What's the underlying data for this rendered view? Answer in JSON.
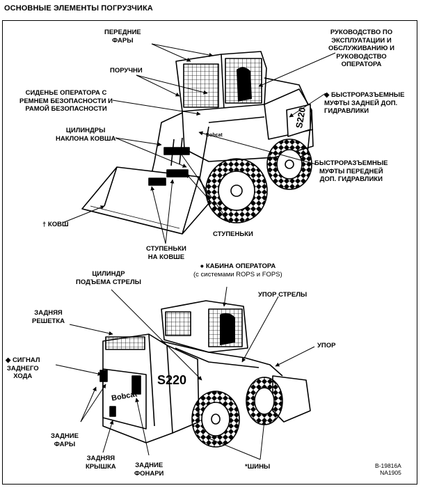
{
  "page_title": "ОСНОВНЫЕ ЭЛЕМЕНТЫ ПОГРУЗЧИКА",
  "figure_id": [
    "B-19816A",
    "NA1905"
  ],
  "top_view": {
    "front_lights": [
      "ПЕРЕДНИЕ",
      "ФАРЫ"
    ],
    "manual": [
      "РУКОВОДСТВО ПО",
      "ЭКСПЛУАТАЦИИ И",
      "ОБСЛУЖИВАНИЮ И",
      "РУКОВОДСТВО",
      "ОПЕРАТОРА"
    ],
    "grab_handles": [
      "ПОРУЧНИ"
    ],
    "rear_aux_couplers": [
      "◆ БЫСТРОРАЗЪЕМНЫЕ",
      "МУФТЫ ЗАДНЕЙ ДОП.",
      "ГИДРАВЛИКИ"
    ],
    "operator_seat": [
      "СИДЕНЬЕ ОПЕРАТОРА С",
      "РЕМНЕМ БЕЗОПАСНОСТИ И",
      "РАМОЙ БЕЗОПАСНОСТИ"
    ],
    "tilt_cylinders": [
      "ЦИЛИНДРЫ",
      "НАКЛОНА КОВША"
    ],
    "front_aux_couplers": [
      "БЫСТРОРАЗЪЕМНЫЕ",
      "МУФТЫ ПЕРЕДНЕЙ",
      "ДОП. ГИДРАВЛИКИ"
    ],
    "bucket": [
      "† КОВШ"
    ],
    "steps": [
      "СТУПЕНЬКИ"
    ],
    "bucket_steps": [
      "СТУПЕНЬКИ",
      "НА КОВШЕ"
    ],
    "model": "S220",
    "brand": "Bobcat"
  },
  "bottom_view": {
    "lift_cylinder": [
      "ЦИЛИНДР",
      "ПОДЪЕМА СТРЕЛЫ"
    ],
    "operator_cab": [
      "● КАБИНА ОПЕРАТОРА",
      "(с системами ROPS и FOPS)"
    ],
    "rear_grille": [
      "ЗАДНЯЯ",
      "РЕШЕТКА"
    ],
    "lift_arm_support": [
      "УПОР СТРЕЛЫ"
    ],
    "stop": [
      "УПОР"
    ],
    "backup_alarm": [
      "◆ СИГНАЛ",
      "ЗАДНЕГО",
      "ХОДА"
    ],
    "rear_lights": [
      "ЗАДНИЕ",
      "ФАРЫ"
    ],
    "rear_door": [
      "ЗАДНЯЯ",
      "КРЫШКА"
    ],
    "tail_lights": [
      "ЗАДНИЕ",
      "ФОНАРИ"
    ],
    "tires": [
      "*ШИНЫ"
    ],
    "model": "S220",
    "brand": "Bobcat"
  }
}
